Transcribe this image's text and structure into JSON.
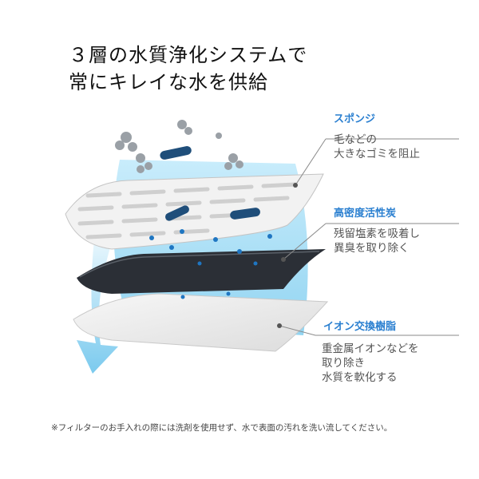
{
  "headline": {
    "line1": "３層の水質浄化システムで",
    "line2": "常にキレイな水を供給"
  },
  "layers": [
    {
      "name": "スポンジ",
      "description": [
        "毛などの",
        "大きなゴミを阻止"
      ]
    },
    {
      "name": "高密度活性炭",
      "description": [
        "残留塩素を吸着し",
        "異臭を取り除く"
      ]
    },
    {
      "name": "イオン交換樹脂",
      "description": [
        "重金属イオンなどを",
        "取り除き",
        "水質を軟化する"
      ]
    }
  ],
  "footnote": "※フィルターのお手入れの際には洗剤を使用せず、水で表面の汚れを洗い流してください。",
  "colors": {
    "accent": "#2a7fd0",
    "water": "#8fd3f2",
    "carbon": "#2b2f36",
    "sponge": "#eeeeee",
    "resin": "#ececec"
  }
}
